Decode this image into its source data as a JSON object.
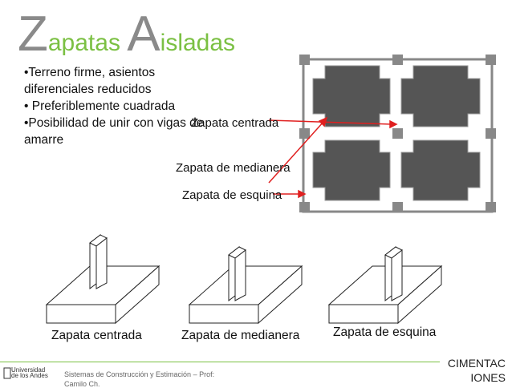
{
  "title": {
    "first_letter": "Z",
    "rest1": "apatas ",
    "second_letter": "A",
    "rest2": "isladas"
  },
  "bullets": [
    "•Terreno firme, asientos",
    "diferenciales reducidos",
    "• Preferiblemente cuadrada",
    "•Posibilidad de unir con vigas de",
    "amarre"
  ],
  "plan_labels": {
    "centrada": "Zapata  centrada",
    "medianera": "Zapata de medianera",
    "esquina": "Zapata  de esquina"
  },
  "footing_labels": {
    "centrada": "Zapata  centrada",
    "medianera": "Zapata de medianera",
    "esquina": "Zapata  de esquina"
  },
  "footer": {
    "university": "Universidad de los Andes",
    "course": "Sistemas de Construcción y Estimación – Prof:",
    "course_cont": "Camilo Ch.",
    "section_line1": "CIMENTAC",
    "section_line2": "IONES"
  },
  "colors": {
    "title_gray": "#8a8a8a",
    "accent_green": "#7bc043",
    "footing_dark": "#555555",
    "arrow_red": "#e02020"
  }
}
